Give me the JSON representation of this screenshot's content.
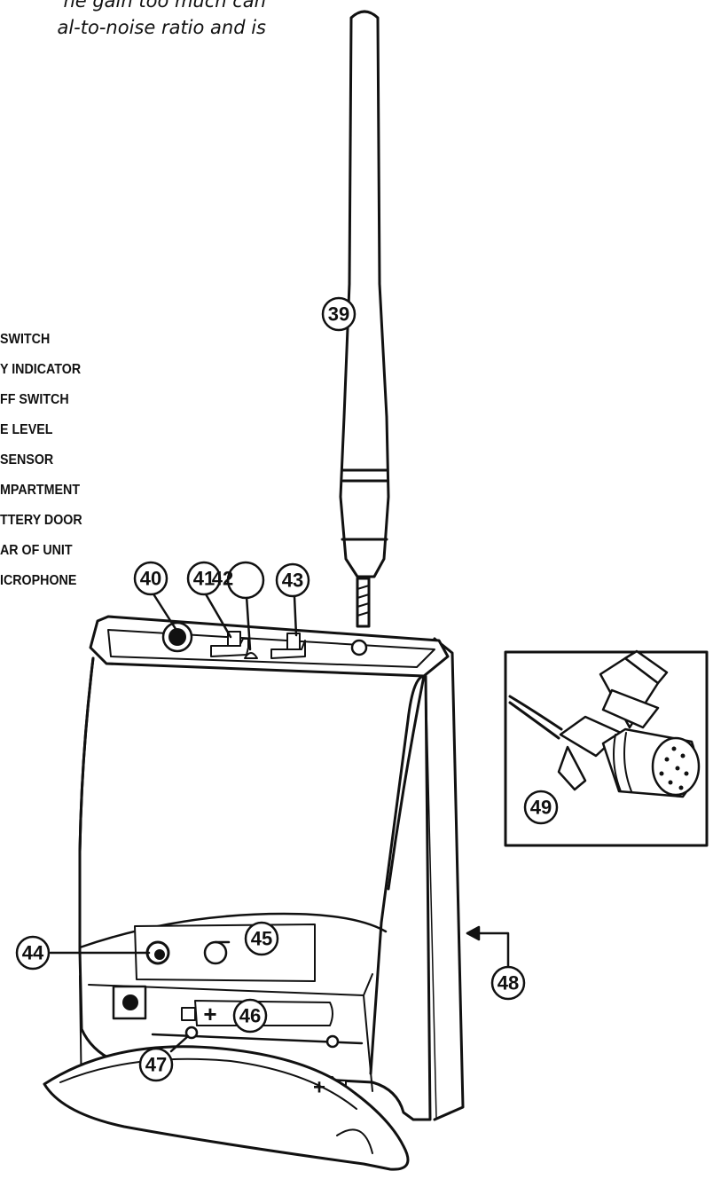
{
  "intro_text": {
    "line1": "ne gain too much can",
    "line2": "al-to-noise ratio and is"
  },
  "legend": [
    "SWITCH",
    "Y INDICATOR",
    "FF SWITCH",
    "E LEVEL",
    " SENSOR",
    "MPARTMENT",
    "TTERY DOOR",
    "AR OF UNIT",
    "ICROPHONE"
  ],
  "callouts": {
    "c39": "39",
    "c40": "40",
    "c41": "41",
    "c42": "42",
    "c43": "43",
    "c44": "44",
    "c45": "45",
    "c46": "46",
    "c47": "47",
    "c48": "48",
    "c49": "49"
  },
  "battery_symbols": {
    "plus": "+"
  }
}
